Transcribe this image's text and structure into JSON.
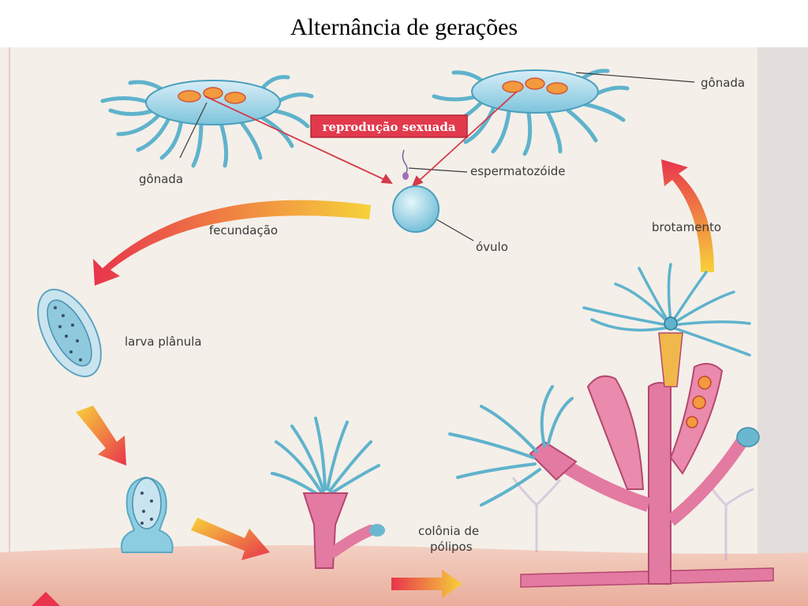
{
  "title": "Alternância de gerações",
  "labels": {
    "gonada_top": "gônada",
    "gonada_left": "gônada",
    "reproducao": "reprodução sexuada",
    "espermatozoide": "espermatozóide",
    "fecundacao": "fecundação",
    "ovulo": "óvulo",
    "brotamento": "brotamento",
    "larva": "larva plânula",
    "colonia_line1": "colônia de",
    "colonia_line2": "pólipos"
  },
  "colors": {
    "background_page": "#f3eee8",
    "tentacle_blue": "#5fb3cc",
    "polyp_pink": "#e0709a",
    "arrow_red": "#e8344c",
    "arrow_yellow": "#f7d23a",
    "label_box_red": "#e23a4d",
    "sediment": "#f0c3b4"
  }
}
